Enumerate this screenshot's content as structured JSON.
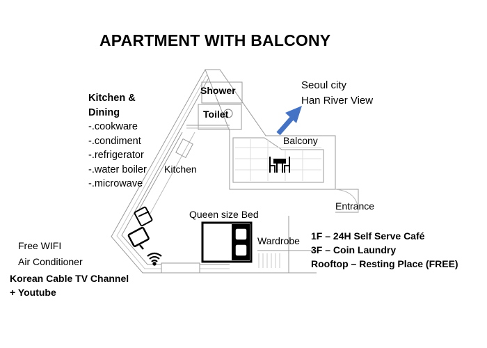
{
  "title": "APARTMENT WITH BALCONY",
  "rooms": {
    "shower": "Shower",
    "toilet": "Toilet",
    "kitchen": "Kitchen",
    "balcony": "Balcony",
    "entrance": "Entrance",
    "bed": "Queen size Bed",
    "wardrobe": "Wardrobe"
  },
  "view": {
    "line1": "Seoul city",
    "line2": "Han River View",
    "arrow_color": "#4472c4"
  },
  "kitchen_dining": {
    "heading1": "Kitchen &",
    "heading2": "Dining",
    "items": [
      "-.cookware",
      "-.condiment",
      "-.refrigerator",
      "-.water boiler",
      "-.microwave"
    ]
  },
  "features": {
    "wifi": "Free WIFI",
    "ac": "Air Conditioner",
    "tv1": "Korean Cable TV Channel",
    "tv2": "+  Youtube"
  },
  "amenities": [
    "1F – 24H Self Serve Café",
    "3F – Coin Laundry",
    "Rooftop – Resting Place (FREE)"
  ],
  "icons": [
    "arrow-icon",
    "table-chairs-icon",
    "fridge-icon",
    "tv-icon",
    "wifi-icon",
    "bed-icon"
  ]
}
